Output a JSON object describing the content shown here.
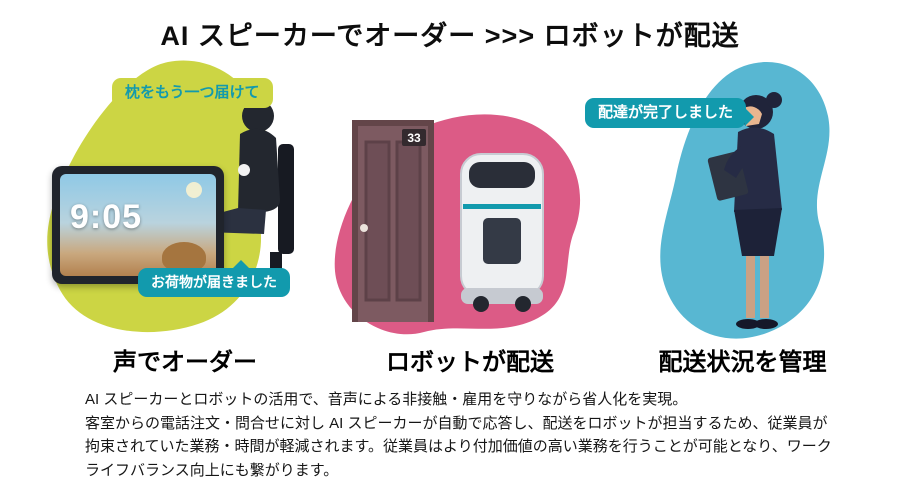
{
  "title": "AI スピーカーでオーダー >>> ロボットが配送",
  "scenes": [
    {
      "label": "声でオーダー",
      "bubble_top": "枕をもう一つ届けて",
      "bubble_bottom": "お荷物が届きました",
      "clock_time": "9:05"
    },
    {
      "label": "ロボットが配送",
      "door_number": "33"
    },
    {
      "label": "配送状況を管理",
      "bubble": "配達が完了しました"
    }
  ],
  "description": [
    "AI スピーカーとロボットの活用で、音声による非接触・雇用を守りながら省人化を実現。",
    "客室からの電話注文・問合せに対し AI スピーカーが自動で応答し、配送をロボットが担当するため、従業員が",
    "拘束されていた業務・時間が軽減されます。従業員はより付加価値の高い業務を行うことが可能となり、ワーク",
    "ライフバランス向上にも繋がります。"
  ],
  "colors": {
    "lime": "#ccd544",
    "pink": "#dc5b86",
    "sky": "#58b7d2",
    "teal": "#129aad",
    "door": "#7d5a61",
    "doordark": "#5d4148",
    "dark": "#23272f"
  }
}
